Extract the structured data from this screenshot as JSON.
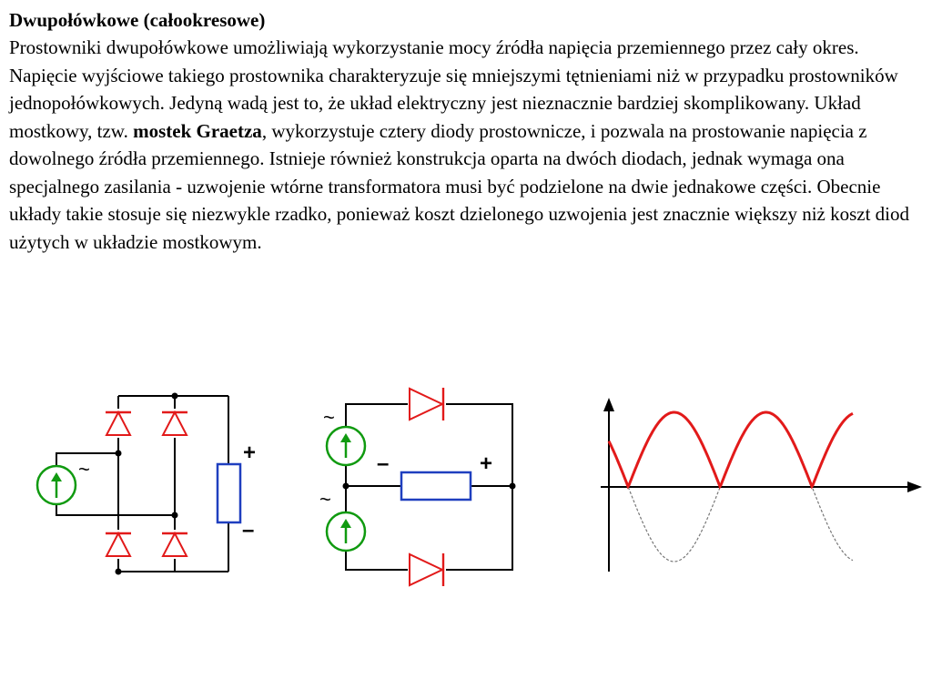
{
  "slide": {
    "heading": "Dwupołówkowe (całookresowe)",
    "paragraph_part1": "Prostowniki dwupołówkowe umożliwiają wykorzystanie mocy źródła napięcia przemiennego przez cały okres. Napięcie wyjściowe takiego prostownika charakteryzuje się mniejszymi tętnieniami niż w przypadku prostowników jednopołówkowych. Jedyną wadą jest to, że układ elektryczny jest nieznacznie bardziej skomplikowany. Układ mostkowy, tzw. ",
    "paragraph_bold": "mostek Graetza",
    "paragraph_part2": ", wykorzystuje cztery diody prostownicze, i pozwala na prostowanie napięcia z dowolnego źródła przemiennego. Istnieje również konstrukcja oparta na dwóch diodach, jednak wymaga ona specjalnego zasilania - uzwojenie wtórne transformatora musi być podzielone na dwie jednakowe części. Obecnie układy takie stosuje się niezwykle rzadko, ponieważ koszt dzielonego uzwojenia jest znacznie większy niż koszt diod użytych w układzie mostkowym."
  },
  "bridge_circuit": {
    "source_symbol": "~",
    "plus_label": "+",
    "minus_label": "–"
  },
  "two_diode_circuit": {
    "source_symbol_top": "~",
    "source_symbol_bottom": "~",
    "minus_label": "–",
    "plus_label": "+"
  },
  "colors": {
    "wire": "#000000",
    "diode": "#e21a1a",
    "source": "#109a10",
    "resistor": "#1f3fbf",
    "rectified_wave": "#e21a1a",
    "original_wave": "#777777"
  },
  "waveform": {
    "type": "full-wave rectified sine",
    "half_periods_shown": 3
  }
}
